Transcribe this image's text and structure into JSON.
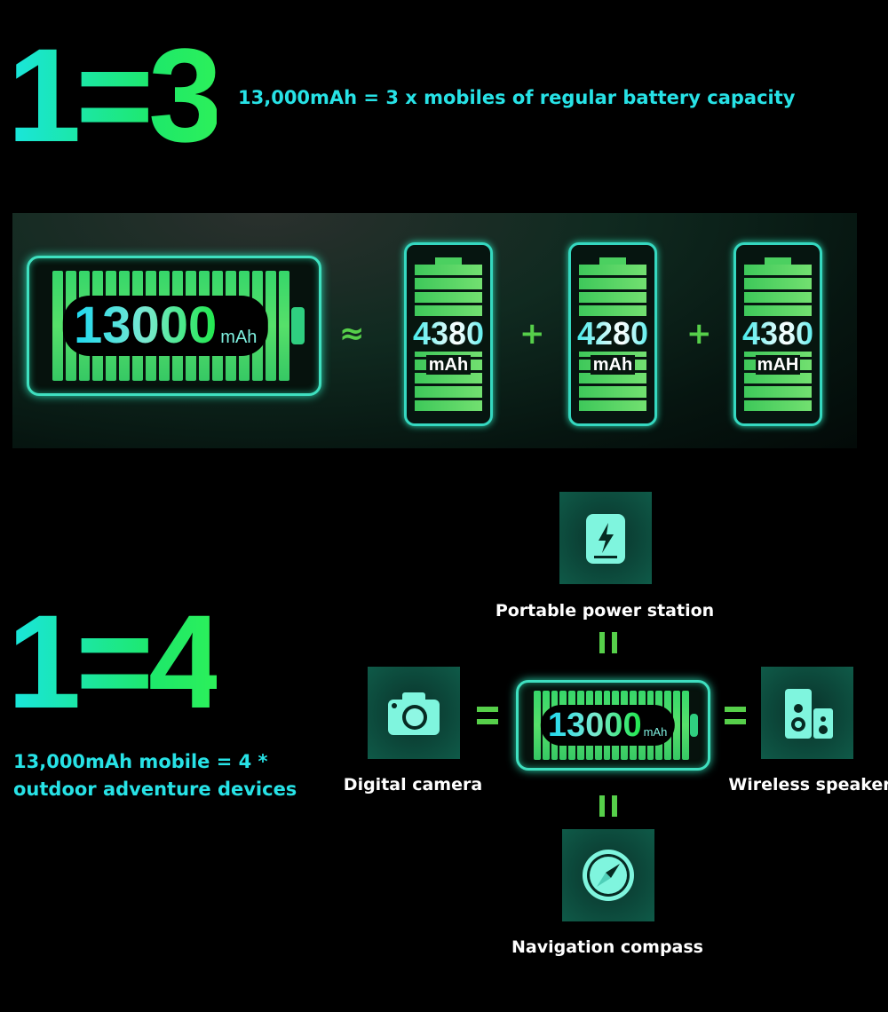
{
  "section1": {
    "headline": "1=3",
    "tagline": "13,000mAh  = 3 x mobiles of regular battery capacity",
    "main_battery": {
      "value": "13000",
      "unit": "mAh"
    },
    "approx_symbol": "≈",
    "plus_symbol": "+",
    "phones": [
      {
        "value": "4380",
        "unit": "mAh"
      },
      {
        "value": "4280",
        "unit": "mAh"
      },
      {
        "value": "4380",
        "unit": "mAH"
      }
    ]
  },
  "section2": {
    "headline": "1=4",
    "description_line1": "13,000mAh mobile = 4 *",
    "description_line2": "outdoor adventure devices",
    "center_battery": {
      "value": "13000",
      "unit": "mAh"
    },
    "devices": {
      "top": "Portable power station",
      "left": "Digital camera",
      "right": "Wireless speaker",
      "bottom": "Navigation compass"
    }
  },
  "colors": {
    "cyan": "#27e2e6",
    "green": "#56cf4a",
    "tile": "#0f5a48"
  }
}
